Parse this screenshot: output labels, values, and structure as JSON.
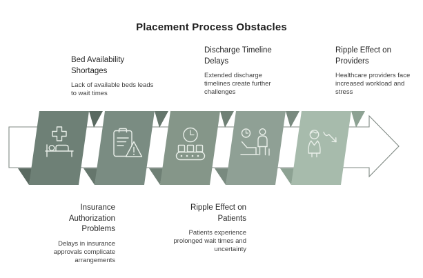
{
  "page_title": "Placement Process Obstacles",
  "callouts": {
    "bed_availability": {
      "title": "Bed Availability\nShortages",
      "desc": "Lack of available beds leads\nto wait times"
    },
    "discharge_timeline": {
      "title": "Discharge Timeline\nDelays",
      "desc": "Extended discharge\ntimelines create further\nchallenges"
    },
    "ripple_providers": {
      "title": "Ripple Effect on\nProviders",
      "desc": "Healthcare providers face\nincreased workload and\nstress"
    },
    "insurance_authorization": {
      "title": "Insurance\nAuthorization\nProblems",
      "desc": "Delays in insurance\napprovals complicate\narrangements"
    },
    "ripple_patients": {
      "title": "Ripple Effect on\nPatients",
      "desc": "Patients experience\nprolonged wait times and\nuncertainty"
    }
  },
  "diagram": {
    "outline_color": "#7f8983",
    "icon_stroke": "#e8eee8",
    "stages": [
      {
        "name": "bed-availability-shortages",
        "icon": "hospital-bed-icon",
        "fill": "#6e8076",
        "fold": "#5a6a61"
      },
      {
        "name": "insurance-authorization-problems",
        "icon": "clipboard-warning-icon",
        "fill": "#7a8c82",
        "fold": "#65766c"
      },
      {
        "name": "discharge-timeline-delays",
        "icon": "clock-conveyor-icon",
        "fill": "#859689",
        "fold": "#6f8075"
      },
      {
        "name": "ripple-effect-on-patients",
        "icon": "patient-bed-visitor-icon",
        "fill": "#8fa095",
        "fold": "#798a7f"
      },
      {
        "name": "ripple-effect-on-providers",
        "icon": "provider-decline-icon",
        "fill": "#a7bbac",
        "fold": "#8da293"
      }
    ]
  }
}
